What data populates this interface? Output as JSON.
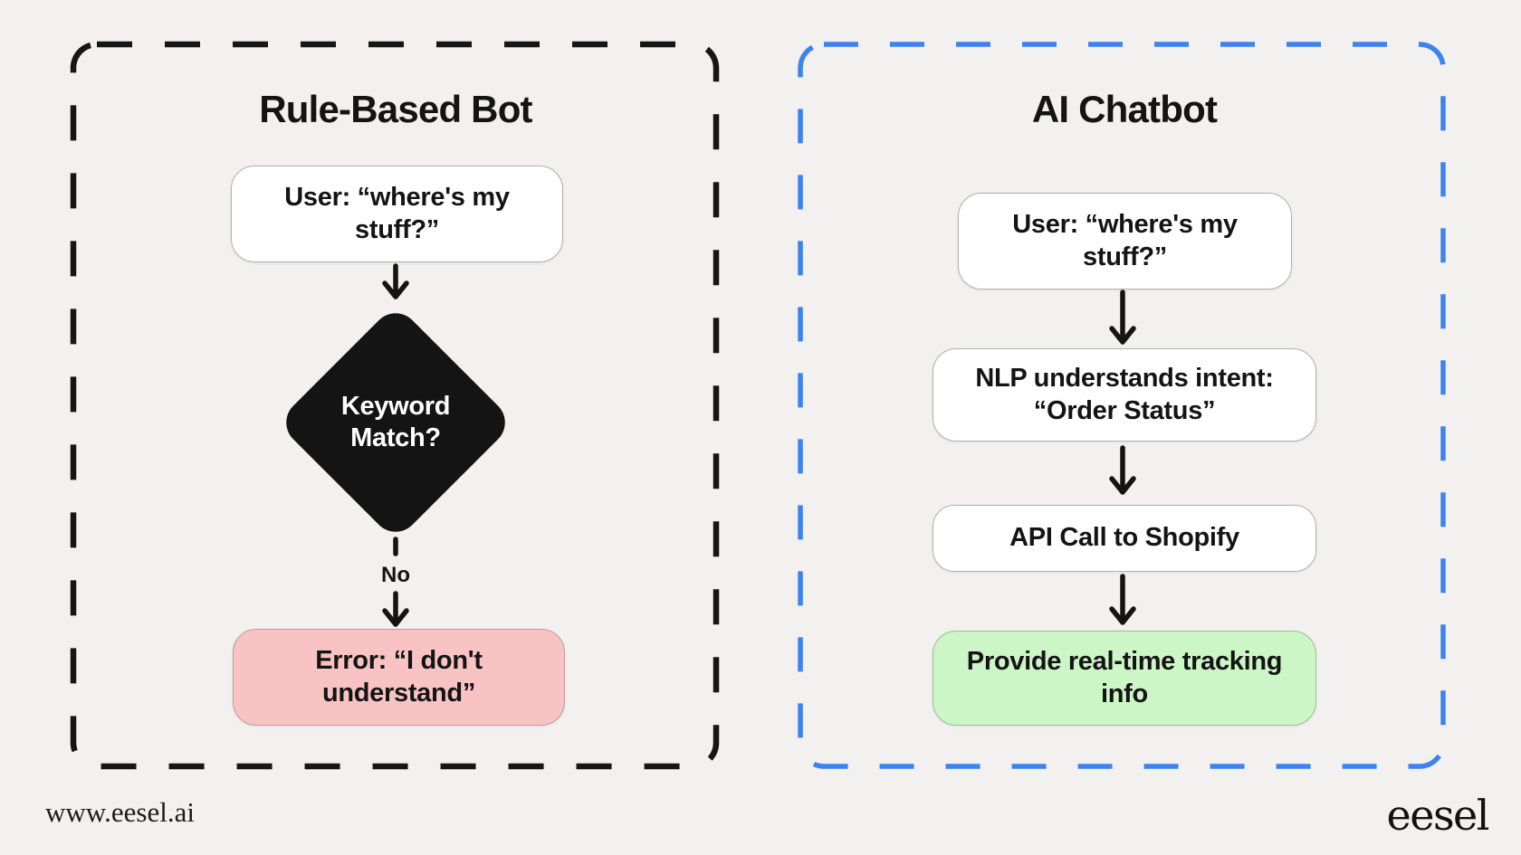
{
  "page": {
    "background_color": "#f2f1ef",
    "text_color": "#141414"
  },
  "left_panel": {
    "title": "Rule-Based Bot",
    "border_color": "#161616",
    "border_style": "dashed",
    "user_box": "User: “where's my stuff?”",
    "diamond_label": "Keyword Match?",
    "diamond_color": "#141414",
    "branch_label": "No",
    "error_box": "Error: “I don't understand”",
    "error_box_color": "#f9c3c4"
  },
  "right_panel": {
    "title": "AI Chatbot",
    "border_color": "#3d82f1",
    "border_style": "dashed",
    "user_box": "User: “where's my stuff?”",
    "nlp_box": "NLP understands intent: “Order Status”",
    "api_box": "API Call to Shopify",
    "result_box": "Provide real-time tracking info",
    "result_box_color": "#cdf6c6"
  },
  "footer": {
    "url": "www.eesel.ai",
    "brand": "eesel"
  }
}
